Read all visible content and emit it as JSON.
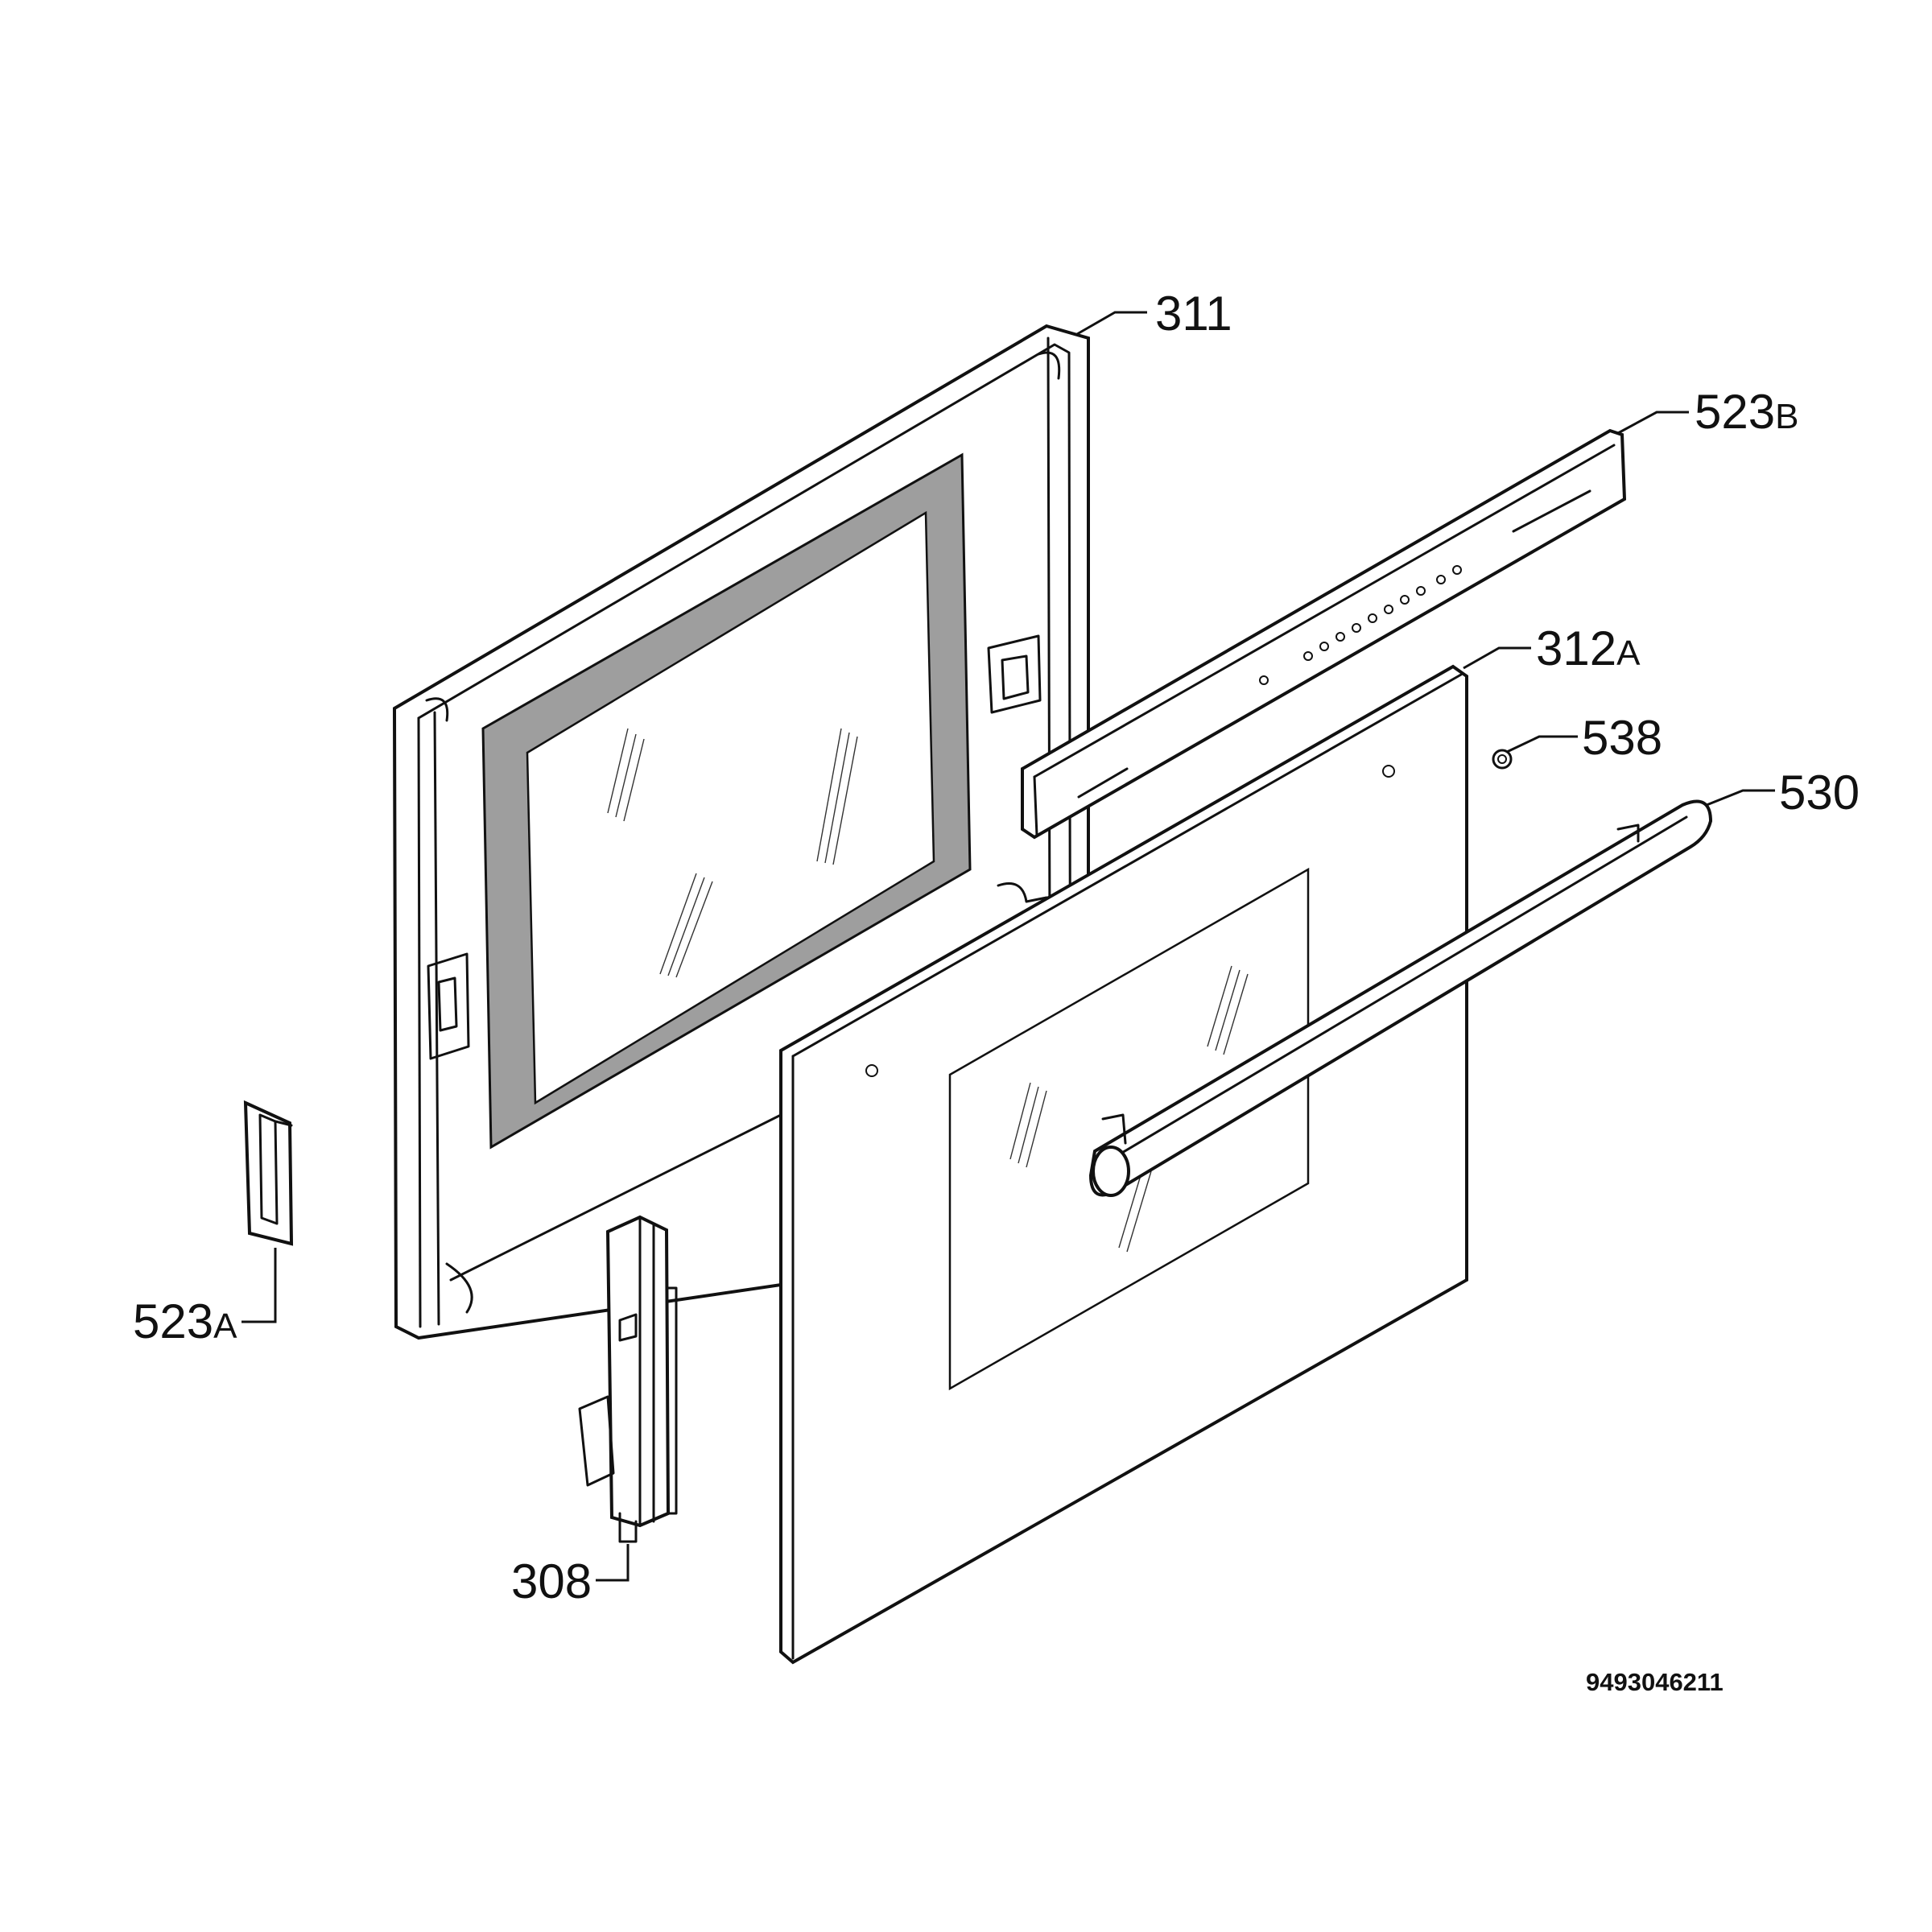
{
  "diagram": {
    "document_number": "9493046211",
    "callouts": [
      {
        "id": "311",
        "num": "311",
        "suffix": ""
      },
      {
        "id": "523B",
        "num": "523",
        "suffix": "B"
      },
      {
        "id": "312A",
        "num": "312",
        "suffix": "A"
      },
      {
        "id": "538",
        "num": "538",
        "suffix": ""
      },
      {
        "id": "530",
        "num": "530",
        "suffix": ""
      },
      {
        "id": "523A",
        "num": "523",
        "suffix": "A"
      },
      {
        "id": "308",
        "num": "308",
        "suffix": ""
      }
    ]
  }
}
